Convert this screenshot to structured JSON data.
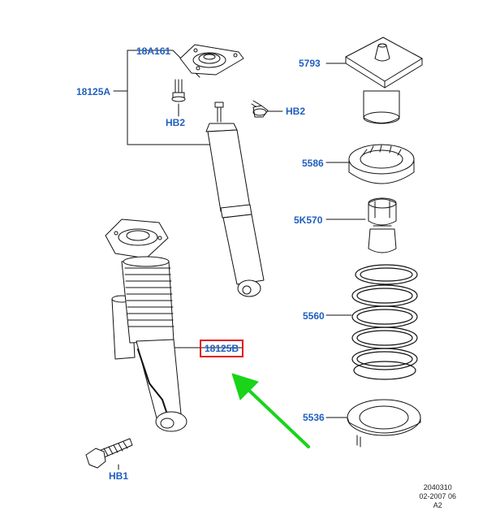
{
  "labels": {
    "top_mount": "18A161",
    "shock_a": "18125A",
    "bolt_hb2_left": "HB2",
    "bolt_hb2_right": "HB2",
    "bump_cap": "5793",
    "spring_seat_upper": "5586",
    "bump_stop": "5K570",
    "coil_spring": "5560",
    "shock_b": "18125B",
    "spring_seat_lower": "5536",
    "bolt_hb1": "HB1"
  },
  "footer": {
    "line1": "2040310",
    "line2": "02-2007 06",
    "line3": "A2"
  },
  "colors": {
    "label": "#1f5fbf",
    "highlight": "#e01818",
    "arrow": "#19d419",
    "line": "#111111"
  }
}
